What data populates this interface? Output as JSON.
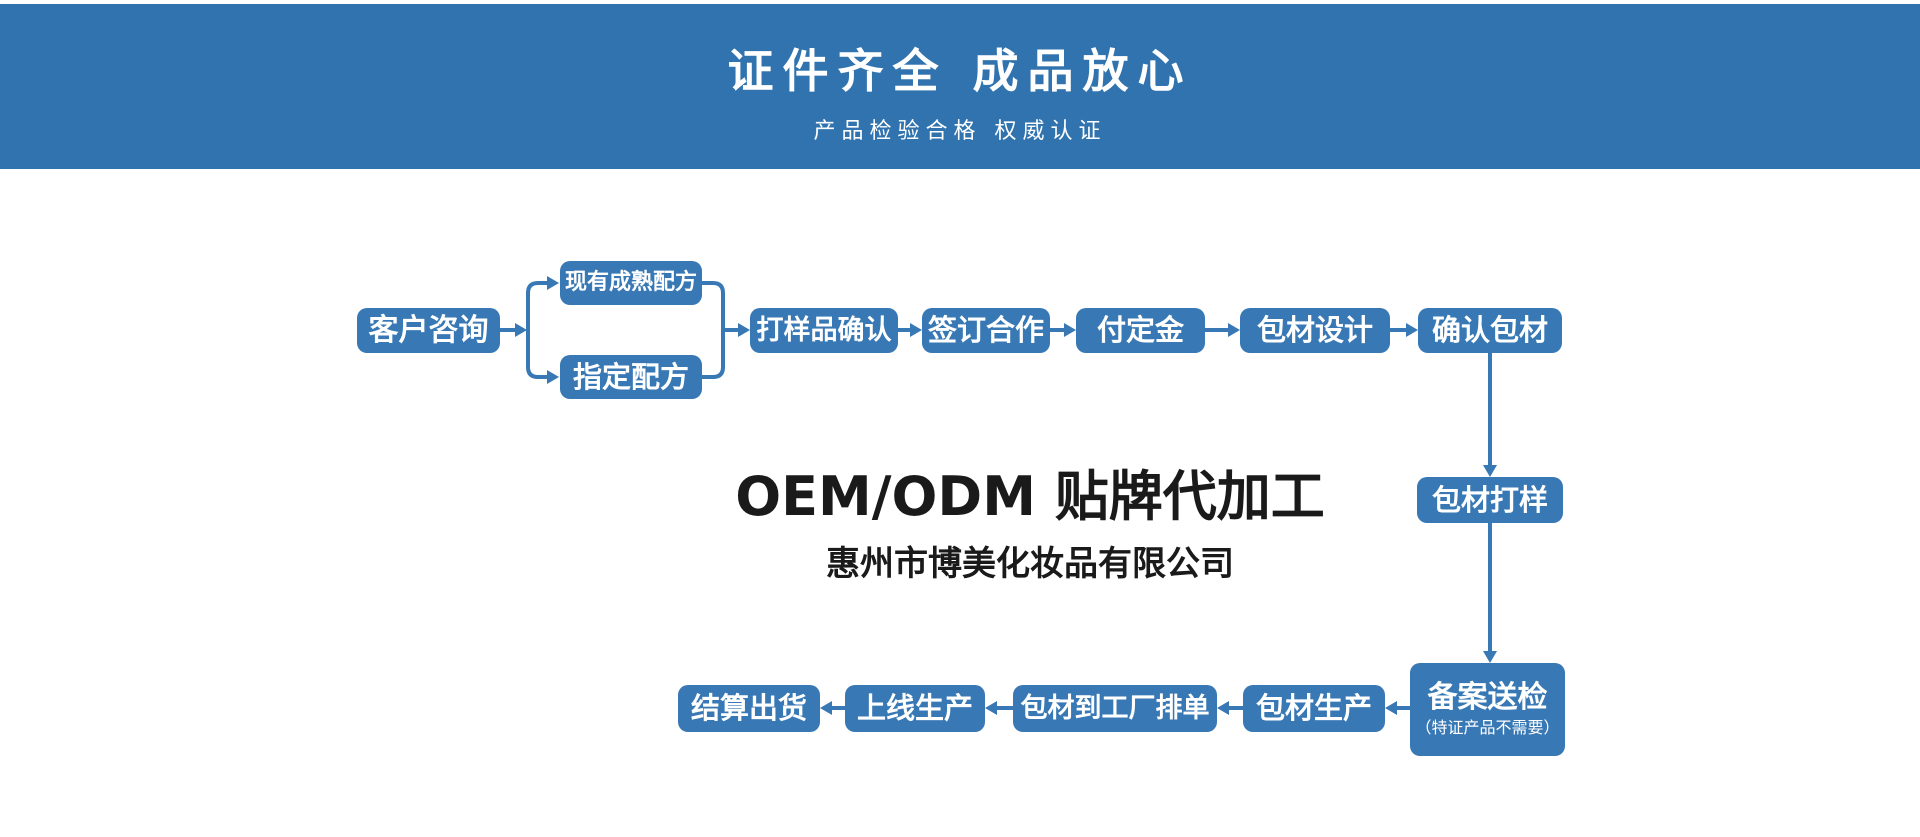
{
  "colors": {
    "header_bg": "#3073AE",
    "box_bg": "#3878B4",
    "arrow": "#3878B4",
    "box_text": "#FFFFFF",
    "title_text": "#1A1A1A"
  },
  "header": {
    "title": "证件齐全 成品放心",
    "subtitle": "产品检验合格 权威认证"
  },
  "center": {
    "title": "OEM/ODM 贴牌代加工",
    "subtitle": "惠州市博美化妆品有限公司"
  },
  "flowchart": {
    "nodes": [
      {
        "id": "customer-inquiry",
        "label": "客户咨询"
      },
      {
        "id": "existing-formula",
        "label": "现有成熟配方"
      },
      {
        "id": "custom-formula",
        "label": "指定配方"
      },
      {
        "id": "sample-confirm",
        "label": "打样品确认"
      },
      {
        "id": "sign-contract",
        "label": "签订合作"
      },
      {
        "id": "pay-deposit",
        "label": "付定金"
      },
      {
        "id": "packaging-design",
        "label": "包材设计"
      },
      {
        "id": "confirm-packaging",
        "label": "确认包材"
      },
      {
        "id": "packaging-sample",
        "label": "包材打样"
      },
      {
        "id": "filing-inspection",
        "label": "备案送检",
        "note": "（特证产品不需要）"
      },
      {
        "id": "packaging-production",
        "label": "包材生产"
      },
      {
        "id": "factory-scheduling",
        "label": "包材到工厂排单"
      },
      {
        "id": "online-production",
        "label": "上线生产"
      },
      {
        "id": "settlement-shipping",
        "label": "结算出货"
      }
    ]
  }
}
